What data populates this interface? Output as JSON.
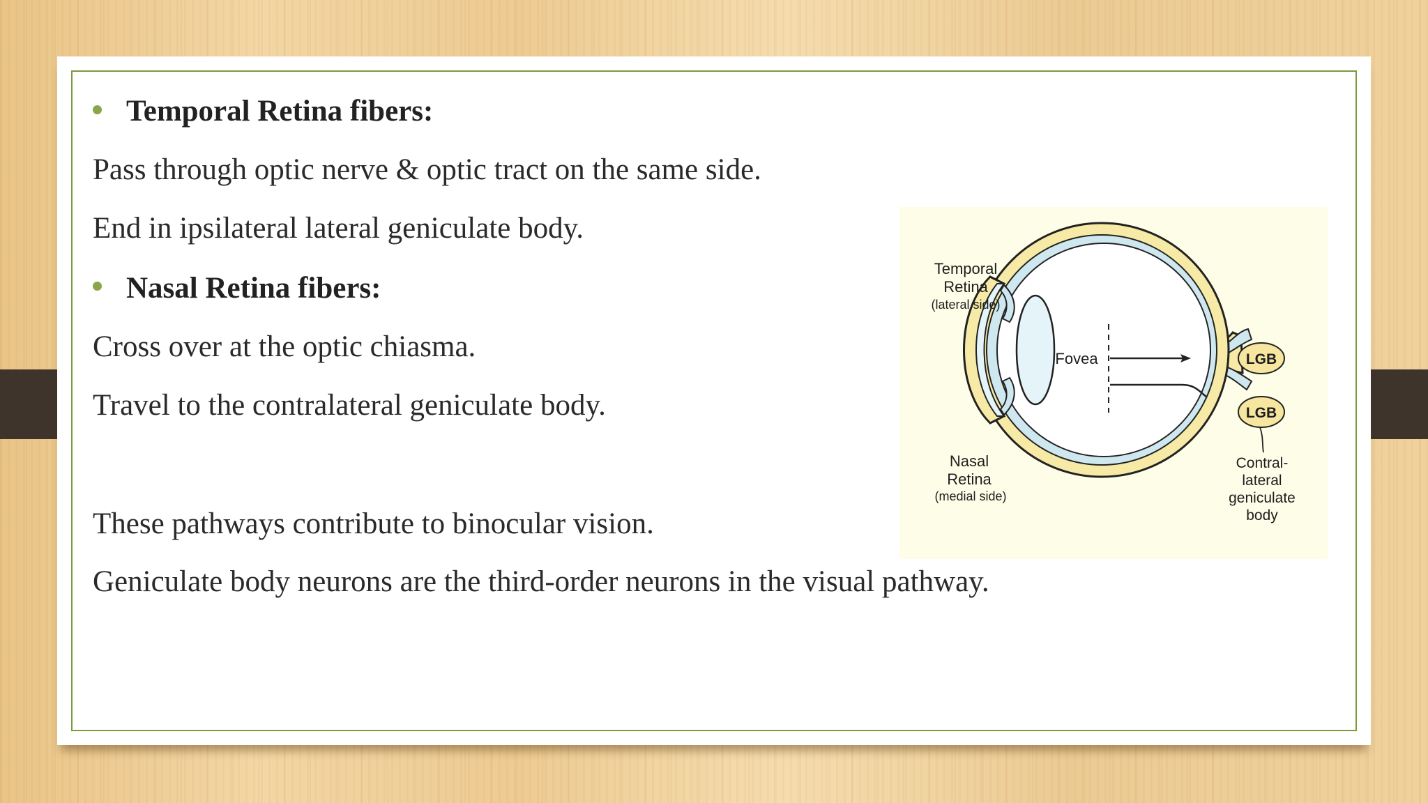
{
  "slide": {
    "lines": [
      {
        "text": "Temporal Retina fibers:",
        "bullet": true
      },
      {
        "text": "Pass through optic nerve & optic tract on the same side.",
        "bullet": false
      },
      {
        "text": "End in ipsilateral lateral geniculate body.",
        "bullet": false
      },
      {
        "text": "Nasal Retina fibers:",
        "bullet": true
      },
      {
        "text": "Cross over at the optic chiasma.",
        "bullet": false
      },
      {
        "text": "Travel to the contralateral geniculate body.",
        "bullet": false
      },
      {
        "text": "These pathways contribute to binocular vision.",
        "bullet": false
      },
      {
        "text": "Geniculate body neurons are the third-order neurons in the visual pathway.",
        "bullet": false
      }
    ]
  },
  "diagram": {
    "temporal_label": [
      "Temporal",
      "Retina"
    ],
    "temporal_sub": "(lateral side)",
    "nasal_label": [
      "Nasal",
      "Retina"
    ],
    "nasal_sub": "(medial side)",
    "fovea_label": "Fovea",
    "lgb_top": "LGB",
    "lgb_bottom": "LGB",
    "contralateral_label": [
      "Contral-",
      "lateral",
      "geniculate",
      "body"
    ]
  },
  "colors": {
    "accent_green": "#7a9a3c",
    "bullet_green": "#8aa64a",
    "tab_brown": "#3e342b",
    "diagram_bg": "#fdfde8",
    "sclera_yellow": "#f6eaa6",
    "retina_blue": "#cfe8f0"
  }
}
